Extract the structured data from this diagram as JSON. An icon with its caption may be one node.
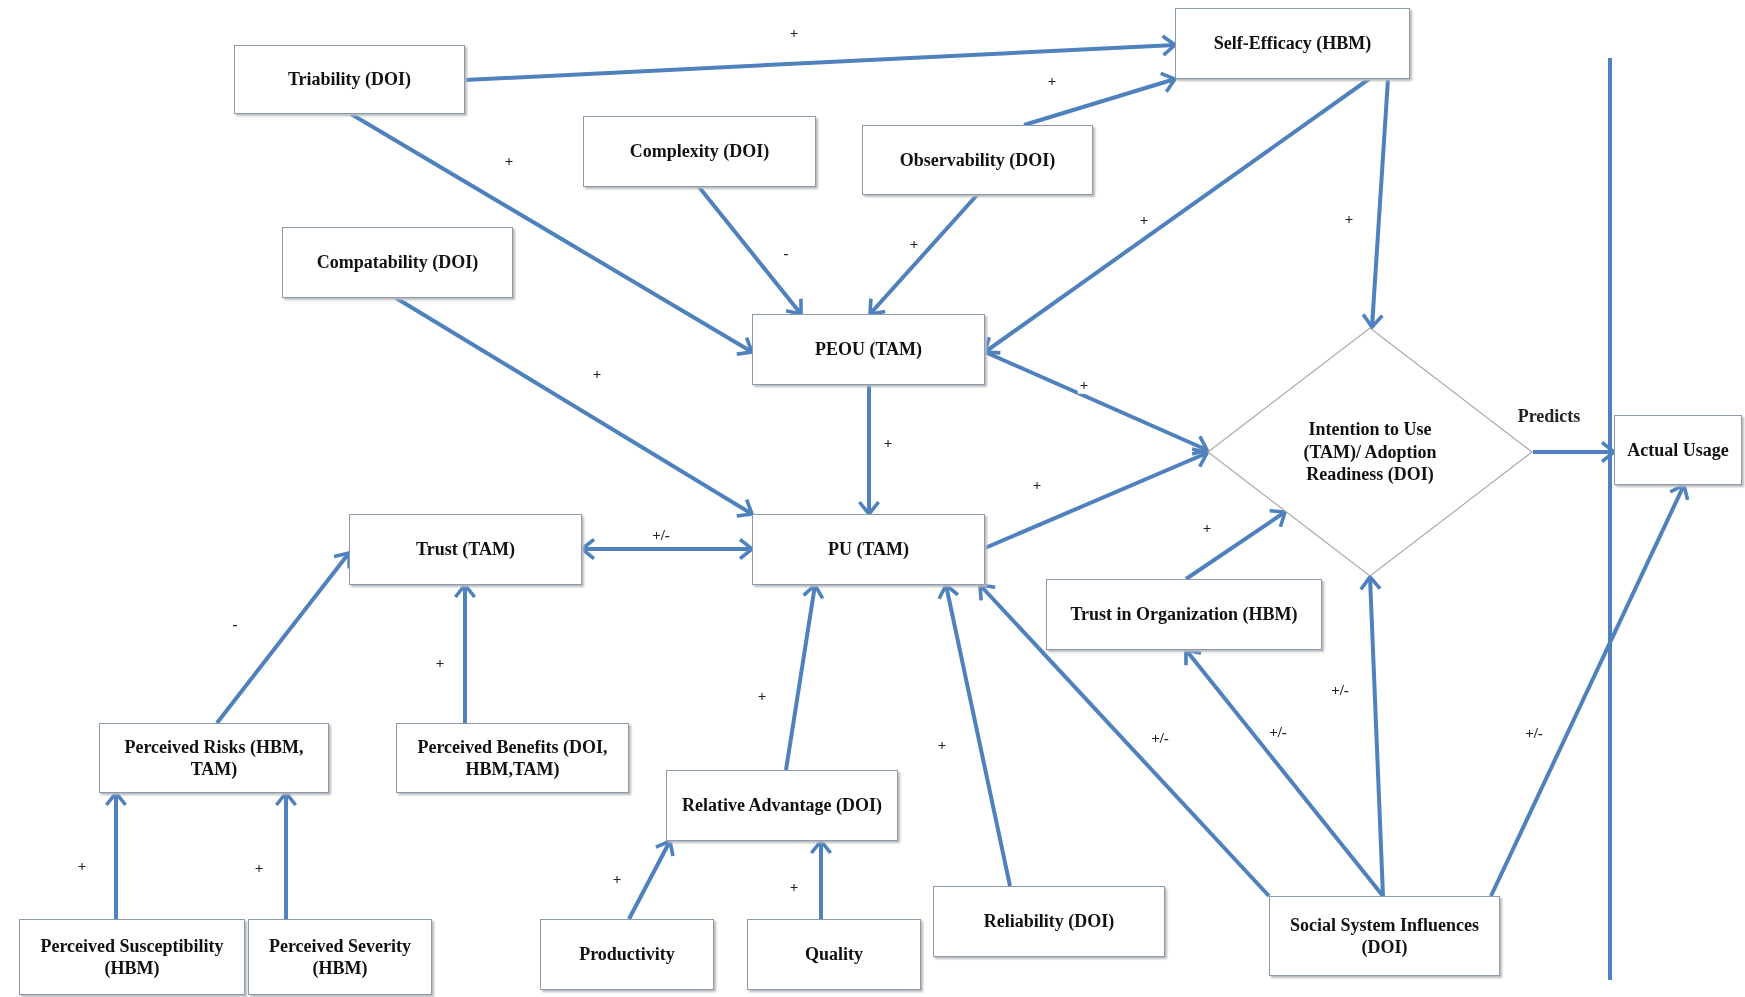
{
  "diagram": {
    "nodes": [
      {
        "text": [
          "Triability (DOI)"
        ]
      },
      {
        "text": [
          "Self-Efficacy (HBM)"
        ]
      },
      {
        "text": [
          "Complexity (DOI)"
        ]
      },
      {
        "text": [
          "Observability (DOI)"
        ]
      },
      {
        "text": [
          "Compatability (DOI)"
        ]
      },
      {
        "text": [
          "PEOU (TAM)"
        ]
      },
      {
        "text": [
          "Intention to Use (TAM)/ Adoption Readiness (DOI)"
        ]
      },
      {
        "text": [
          "Actual Usage"
        ]
      },
      {
        "text": [
          "Trust (TAM)"
        ]
      },
      {
        "text": [
          "PU (TAM)"
        ]
      },
      {
        "text": [
          "Trust in Organization (HBM)"
        ]
      },
      {
        "text": [
          "Perceived Risks (HBM, TAM)"
        ]
      },
      {
        "text": [
          "Perceived Benefits (DOI, HBM,TAM)"
        ]
      },
      {
        "text": [
          "Relative Advantage (DOI)"
        ]
      },
      {
        "text": [
          "Perceived Susceptibility (HBM)"
        ]
      },
      {
        "text": [
          "Perceived Severity (HBM)"
        ]
      },
      {
        "text": [
          "Productivity"
        ]
      },
      {
        "text": [
          "Quality"
        ]
      },
      {
        "text": [
          "Reliability (DOI)"
        ]
      },
      {
        "text": [
          "Social System Influences (DOI)"
        ]
      }
    ],
    "edges": [
      {
        "from": 0,
        "to": 1,
        "arrow": "to",
        "label": "+"
      },
      {
        "from": 0,
        "to": 5,
        "arrow": "to",
        "label": "+"
      },
      {
        "from": 3,
        "to": 1,
        "arrow": "to",
        "label": "+"
      },
      {
        "from": 2,
        "to": 5,
        "arrow": "to",
        "label": "-"
      },
      {
        "from": 3,
        "to": 5,
        "arrow": "to",
        "label": "+"
      },
      {
        "from": 1,
        "to": 5,
        "arrow": "to",
        "label": "+"
      },
      {
        "from": 1,
        "to": 6,
        "arrow": "to",
        "label": "+"
      },
      {
        "from": 4,
        "to": 9,
        "arrow": "to",
        "label": "+"
      },
      {
        "from": 5,
        "to": 9,
        "arrow": "to",
        "label": "+"
      },
      {
        "from": 5,
        "to": 6,
        "arrow": "to",
        "label": "+"
      },
      {
        "from": 9,
        "to": 6,
        "arrow": "to",
        "label": "+"
      },
      {
        "from": 6,
        "to": 7,
        "arrow": "to",
        "label": "Predicts"
      },
      {
        "from": 8,
        "to": 9,
        "arrow": "both",
        "label": "+/-"
      },
      {
        "from": 11,
        "to": 8,
        "arrow": "to",
        "label": "-"
      },
      {
        "from": 12,
        "to": 8,
        "arrow": "to",
        "label": "+"
      },
      {
        "from": 13,
        "to": 9,
        "arrow": "to",
        "label": "+"
      },
      {
        "from": 18,
        "to": 9,
        "arrow": "to",
        "label": "+"
      },
      {
        "from": 19,
        "to": 9,
        "arrow": "to",
        "label": "+/-"
      },
      {
        "from": 10,
        "to": 6,
        "arrow": "to",
        "label": "+"
      },
      {
        "from": 19,
        "to": 10,
        "arrow": "to",
        "label": "+/-"
      },
      {
        "from": 19,
        "to": 6,
        "arrow": "to",
        "label": "+/-"
      },
      {
        "from": 19,
        "to": 7,
        "arrow": "to",
        "label": "+/-"
      },
      {
        "from": 14,
        "to": 11,
        "arrow": "to",
        "label": "+"
      },
      {
        "from": 15,
        "to": 11,
        "arrow": "to",
        "label": "+"
      },
      {
        "from": 16,
        "to": 13,
        "arrow": "to",
        "label": "+"
      },
      {
        "from": 17,
        "to": 13,
        "arrow": "to",
        "label": "+"
      }
    ]
  }
}
